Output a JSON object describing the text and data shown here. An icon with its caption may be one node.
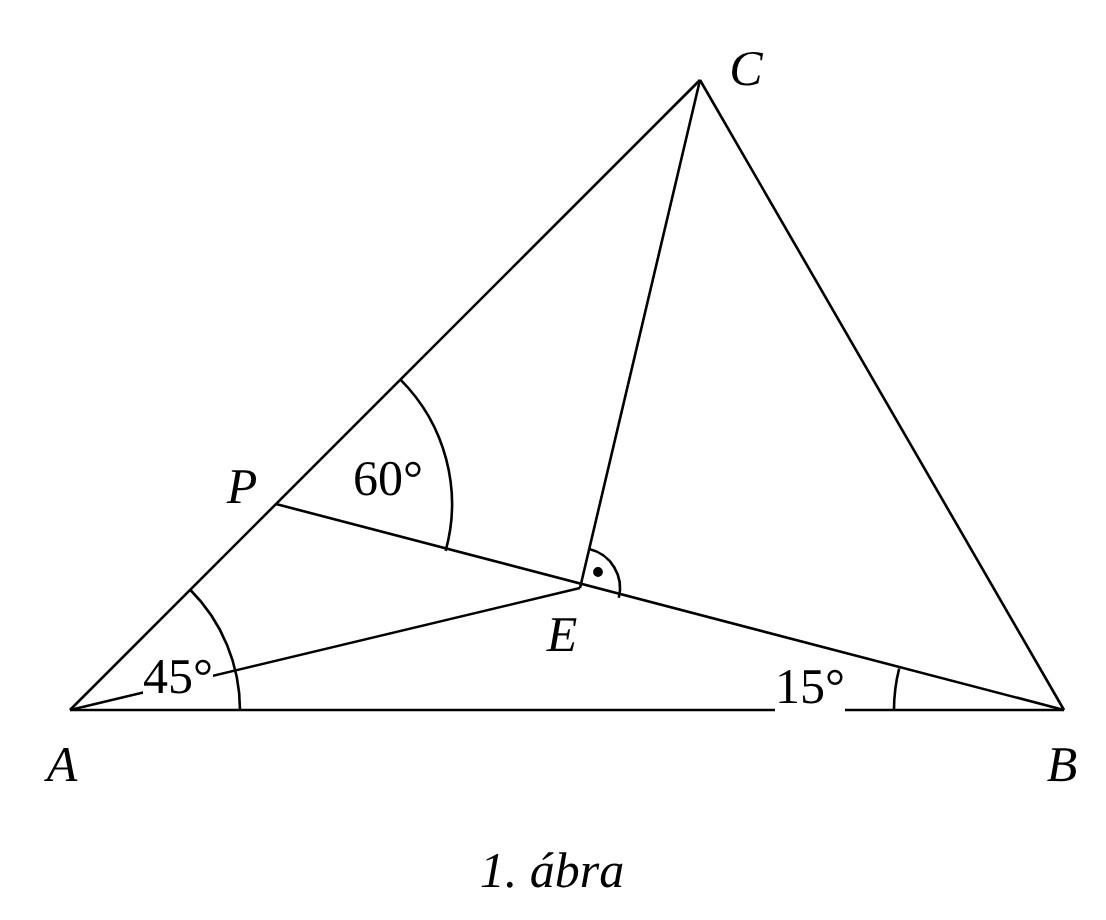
{
  "diagram": {
    "caption": "1. ábra",
    "labels": [
      "C",
      "P",
      "60°",
      "E",
      "45°",
      "15°",
      "A",
      "B"
    ]
  }
}
